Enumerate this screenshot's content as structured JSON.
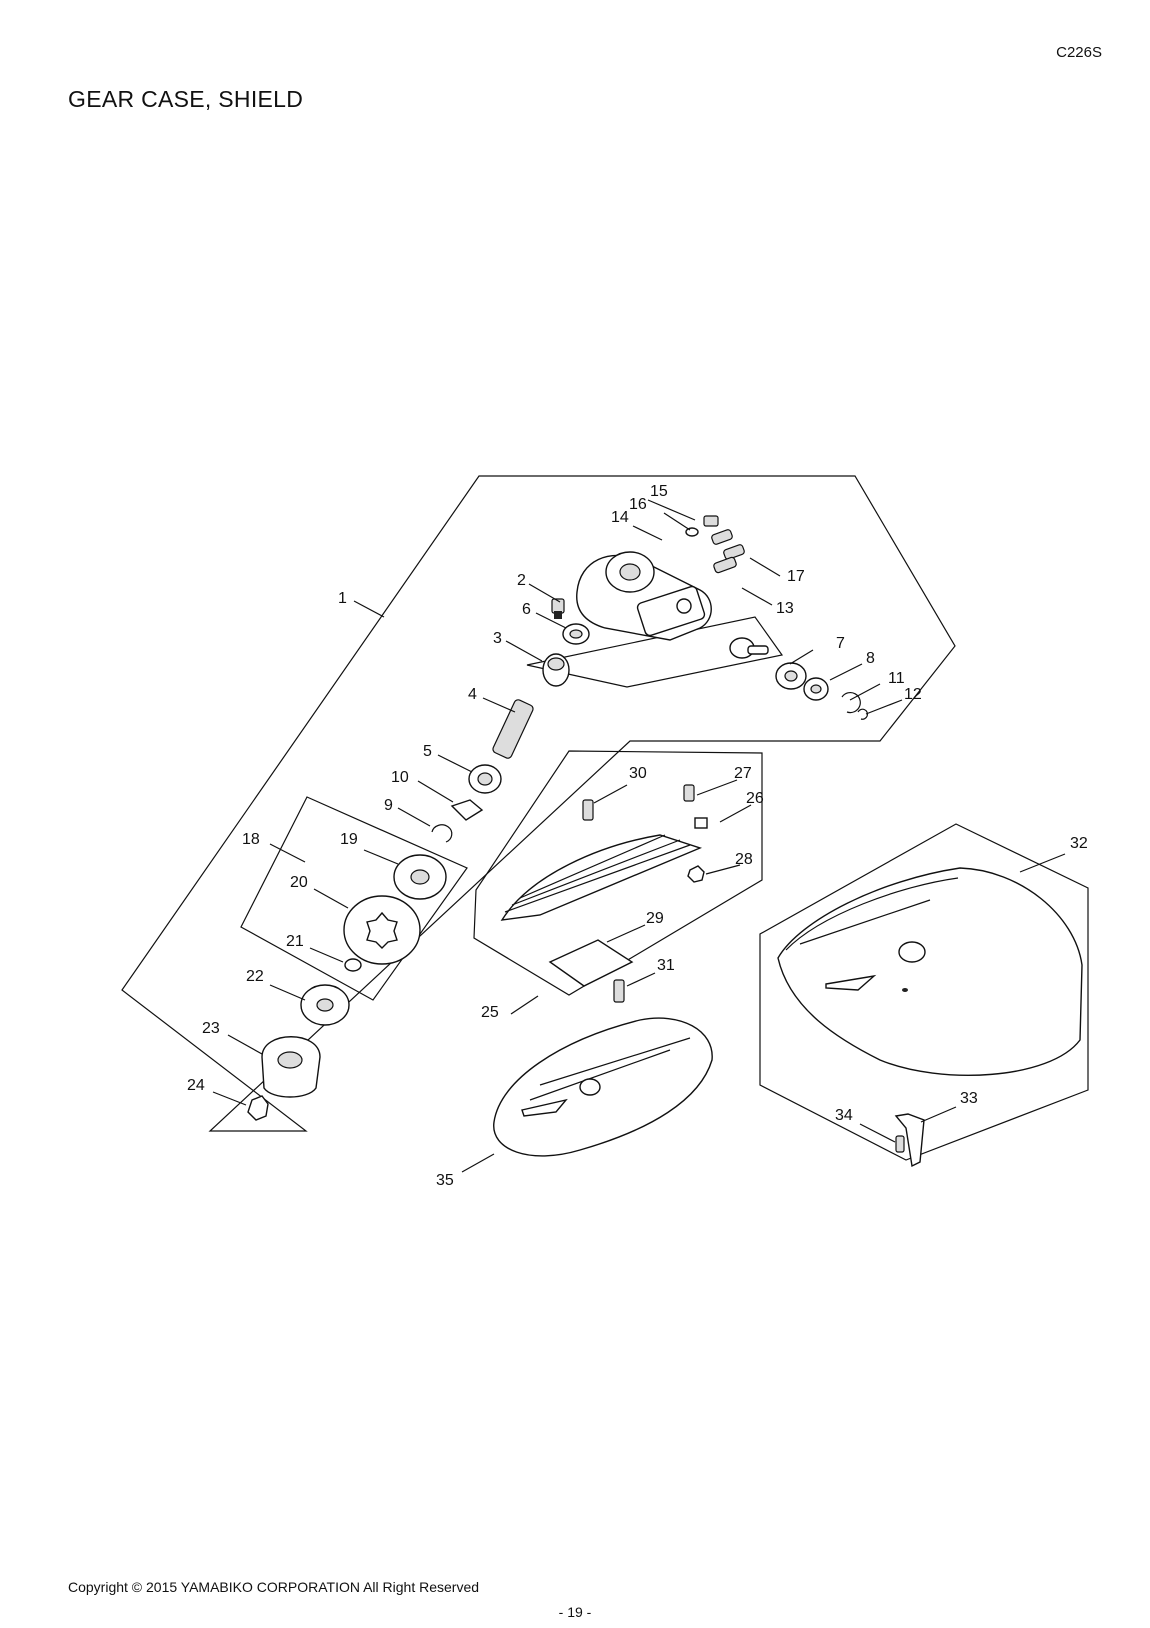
{
  "header": {
    "model": "C226S",
    "title": "GEAR CASE, SHIELD"
  },
  "footer": {
    "copyright": "Copyright © 2015 YAMABIKO CORPORATION All Right Reserved",
    "page": "- 19 -"
  },
  "callouts": [
    {
      "id": "c1",
      "label": "1"
    },
    {
      "id": "c2",
      "label": "2"
    },
    {
      "id": "c3",
      "label": "3"
    },
    {
      "id": "c4",
      "label": "4"
    },
    {
      "id": "c5",
      "label": "5"
    },
    {
      "id": "c6",
      "label": "6"
    },
    {
      "id": "c7",
      "label": "7"
    },
    {
      "id": "c8",
      "label": "8"
    },
    {
      "id": "c9",
      "label": "9"
    },
    {
      "id": "c10",
      "label": "10"
    },
    {
      "id": "c11",
      "label": "11"
    },
    {
      "id": "c12",
      "label": "12"
    },
    {
      "id": "c13",
      "label": "13"
    },
    {
      "id": "c14",
      "label": "14"
    },
    {
      "id": "c15",
      "label": "15"
    },
    {
      "id": "c16",
      "label": "16"
    },
    {
      "id": "c17",
      "label": "17"
    },
    {
      "id": "c18",
      "label": "18"
    },
    {
      "id": "c19",
      "label": "19"
    },
    {
      "id": "c20",
      "label": "20"
    },
    {
      "id": "c21",
      "label": "21"
    },
    {
      "id": "c22",
      "label": "22"
    },
    {
      "id": "c23",
      "label": "23"
    },
    {
      "id": "c24",
      "label": "24"
    },
    {
      "id": "c25",
      "label": "25"
    },
    {
      "id": "c26",
      "label": "26"
    },
    {
      "id": "c27",
      "label": "27"
    },
    {
      "id": "c28",
      "label": "28"
    },
    {
      "id": "c29",
      "label": "29"
    },
    {
      "id": "c30",
      "label": "30"
    },
    {
      "id": "c31",
      "label": "31"
    },
    {
      "id": "c32",
      "label": "32"
    },
    {
      "id": "c33",
      "label": "33"
    },
    {
      "id": "c34",
      "label": "34"
    },
    {
      "id": "c35",
      "label": "35"
    }
  ]
}
